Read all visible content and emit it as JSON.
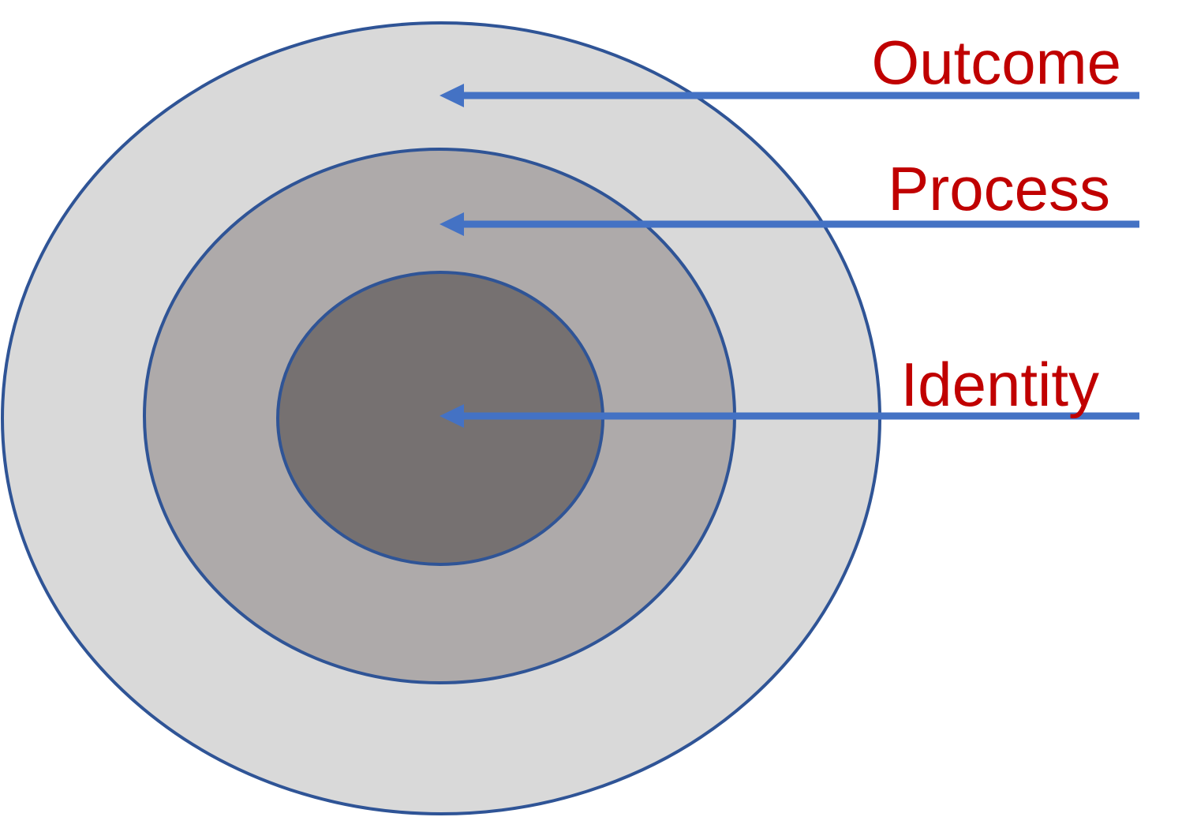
{
  "colors": {
    "background": "#ffffff",
    "outer_ring_fill": "#d9d9d9",
    "middle_ring_fill": "#aeaaaa",
    "inner_core_fill": "#767171",
    "ring_stroke": "#2f5496",
    "arrow_color": "#4472c4",
    "label_color": "#c00000"
  },
  "rings": [
    {
      "id": "outer",
      "name": "outer-ring"
    },
    {
      "id": "middle",
      "name": "middle-ring"
    },
    {
      "id": "inner",
      "name": "inner-core"
    }
  ],
  "labels": {
    "outcome": "Outcome",
    "process": "Process",
    "identity": "Identity"
  }
}
